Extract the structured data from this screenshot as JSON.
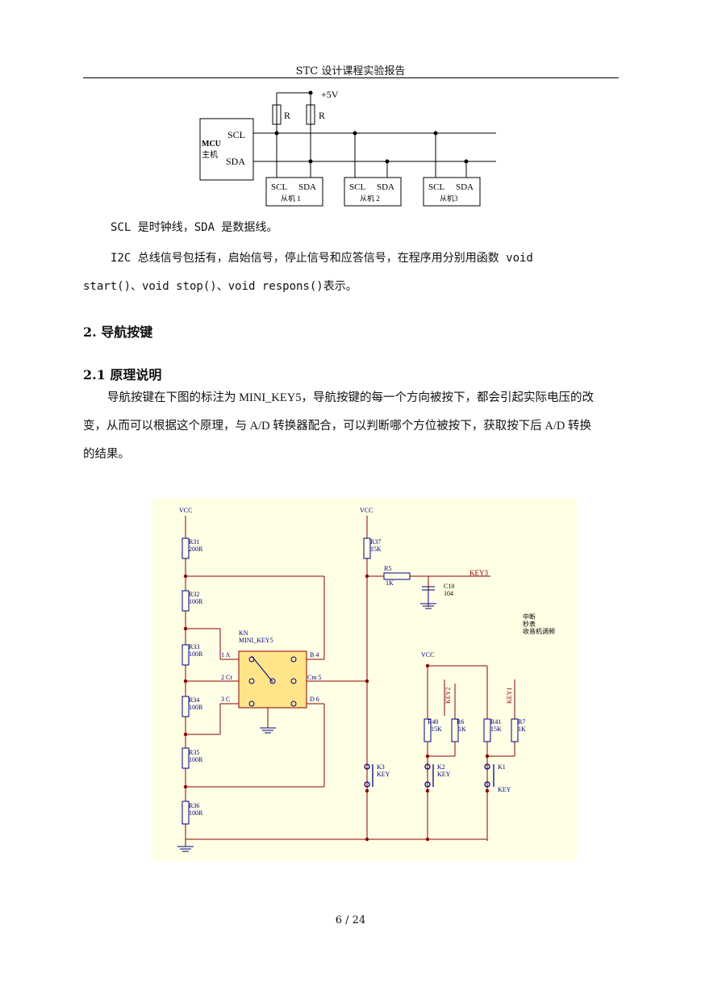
{
  "header": {
    "title": "STC 设计课程实验报告"
  },
  "i2c_diagram": {
    "vcc_label": "+5V",
    "r_labels": [
      "R",
      "R"
    ],
    "mcu_label": "MCU",
    "mcu_sub": "主机",
    "scl": "SCL",
    "sda": "SDA",
    "slaves": [
      {
        "scl": "SCL",
        "sda": "SDA",
        "name": "从机 1"
      },
      {
        "scl": "SCL",
        "sda": "SDA",
        "name": "从机 2"
      },
      {
        "scl": "SCL",
        "sda": "SDA",
        "name": "从机3"
      }
    ]
  },
  "body": {
    "p1": "SCL 是时钟线，SDA 是数据线。",
    "p2_line1": "I2C 总线信号包括有，启始信号，停止信号和应答信号，在程序用分别用函数 void",
    "p2_line2": "start()、void stop()、void respons()表示。",
    "h2": "2. 导航按键",
    "h21": "2.1 原理说明",
    "p3_line1": "导航按键在下图的标注为 MINI_KEY5，导航按键的每一个方向被按下，都会引起实际电压的改",
    "p3_line2": "变，从而可以根据这个原理，与 A/D 转换器配合，可以判断哪个方位被按下，获取按下后 A/D 转换",
    "p3_line3": "的结果。"
  },
  "schematic": {
    "vcc": "VCC",
    "r31": [
      "R31",
      "200R"
    ],
    "r32": [
      "R32",
      "100R"
    ],
    "r33": [
      "R33",
      "100R"
    ],
    "r34": [
      "R34",
      "100R"
    ],
    "r35": [
      "R35",
      "100R"
    ],
    "r36": [
      "R36",
      "100R"
    ],
    "r37": [
      "R37",
      "15K"
    ],
    "r5": [
      "R5",
      "1K"
    ],
    "c10": [
      "C10",
      "104"
    ],
    "key3_net": "KEY3",
    "kn": "KN",
    "mini": "MINI_KEY5",
    "pin_a": "1  A",
    "pin_b": "B  4",
    "pin_cr": "2  Cr",
    "pin_cm": "Cm  5",
    "pin_c": "3  C",
    "pin_d": "D  6",
    "notes": [
      "中断",
      "秒表",
      "收音机调频"
    ],
    "key2_net": "KEY2",
    "key1_net": "KEY1",
    "r40": [
      "R40",
      "15K"
    ],
    "r6": [
      "R6",
      "1K"
    ],
    "r41": [
      "R41",
      "15K"
    ],
    "r7": [
      "R7",
      "1K"
    ],
    "k3": [
      "K3",
      "KEY"
    ],
    "k2": [
      "K2",
      "KEY"
    ],
    "k1": [
      "K1",
      "KEY"
    ]
  },
  "footer": {
    "page": "6  /  24"
  }
}
